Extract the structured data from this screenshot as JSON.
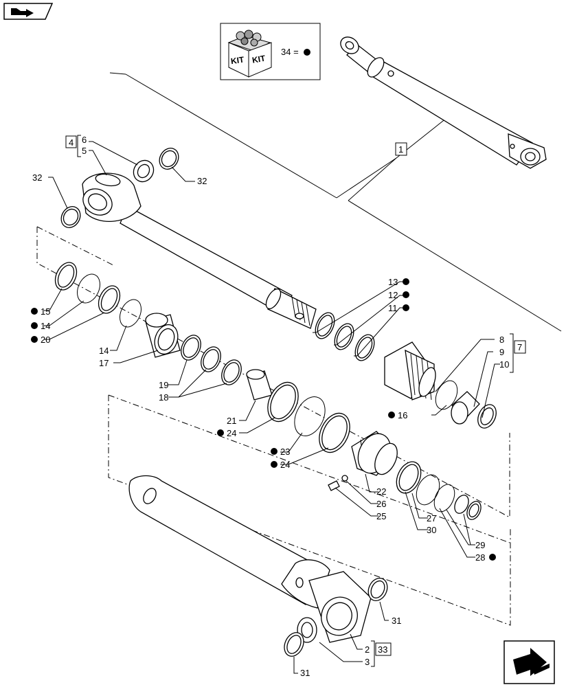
{
  "diagram": {
    "kit": {
      "label_left": "KIT",
      "label_right": "KIT",
      "formula": "34 ="
    },
    "labels": {
      "l1": "1",
      "l2": "2",
      "l3": "3",
      "l4": "4",
      "l5": "5",
      "l6": "6",
      "l7": "7",
      "l8": "8",
      "l9": "9",
      "l10": "10",
      "l11": "11",
      "l12": "12",
      "l13": "13",
      "l14a": "14",
      "l14b": "14",
      "l15": "15",
      "l16": "16",
      "l17": "17",
      "l18": "18",
      "l19": "19",
      "l20": "20",
      "l21": "21",
      "l22": "22",
      "l23": "23",
      "l24a": "24",
      "l24b": "24",
      "l25": "25",
      "l26": "26",
      "l27": "27",
      "l28": "28",
      "l29": "29",
      "l30": "30",
      "l31a": "31",
      "l31b": "31",
      "l32a": "32",
      "l32b": "32",
      "l33": "33"
    },
    "icons": [
      "arrow-right-icon",
      "kit-box-icon",
      "next-page-arrow-icon",
      "bullet-dot-icon"
    ]
  }
}
